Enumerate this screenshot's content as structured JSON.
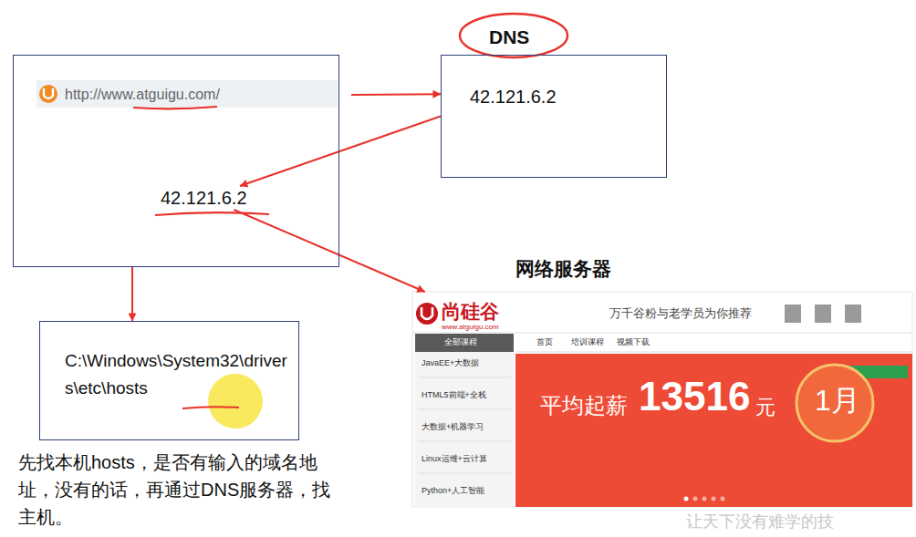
{
  "diagram": {
    "nodes": [
      {
        "text": []
      },
      {
        "text": [
          "http://www.atguigu.com/"
        ],
        "in": 0
      },
      {
        "text": [
          "42.121.6.2"
        ],
        "in": 0
      },
      {
        "text": [
          "DNS",
          "42.121.6.2"
        ]
      },
      {
        "text": [
          "C:\\Windows\\System32\\drivers\\etc\\hosts"
        ]
      },
      {
        "text": [
          "网络服务器"
        ]
      }
    ],
    "edges": [
      {
        "from": 1,
        "to": 3,
        "arrow": "to"
      },
      {
        "from": 3,
        "to": 2,
        "arrow": "to"
      },
      {
        "from": 2,
        "to": 5,
        "arrow": "to"
      },
      {
        "from": 0,
        "to": 4,
        "arrow": "to"
      }
    ],
    "labels": [
      "先找本机hosts，是否有输入的域名地址，没有的话，再通过DNS服务器，找主机。",
      "让天下没有难学的技",
      "尚硅谷",
      "www.atguigu.com",
      "万千谷粉与老学员为你推荐",
      "首页",
      "培训课程",
      "视频下载",
      "全部课程",
      "JavaEE+大数据",
      "HTML5前端+全栈",
      "大数据+机器学习",
      "Linux运维+云计算",
      "Python+人工智能",
      "平均起薪",
      "13516",
      "元",
      "1月"
    ]
  }
}
